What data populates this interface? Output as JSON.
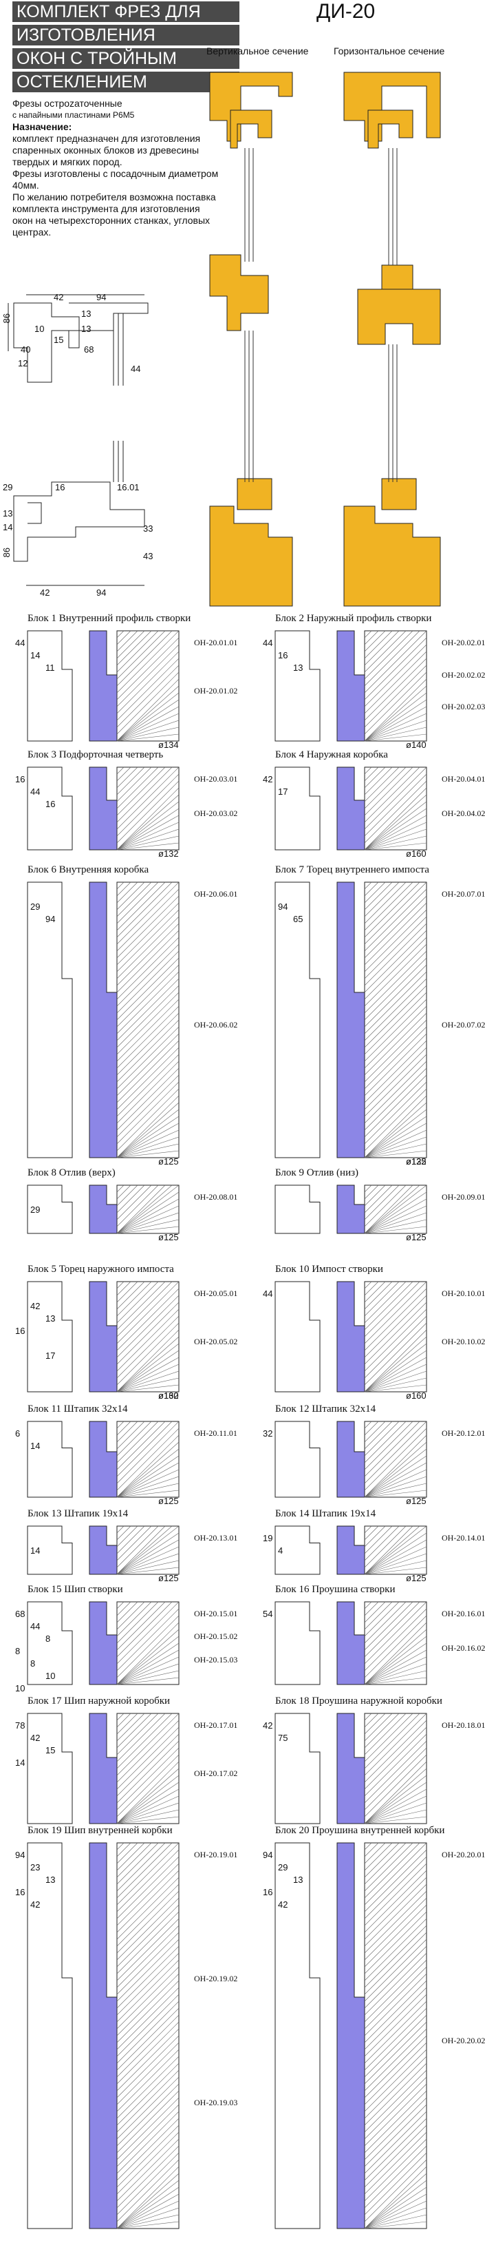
{
  "header": {
    "title_lines": [
      "КОМПЛЕКТ ФРЕЗ ДЛЯ",
      "ИЗГОТОВЛЕНИЯ",
      "ОКОН С ТРОЙНЫМ",
      "ОСТЕКЛЕНИЕМ"
    ],
    "code": "ДИ-20",
    "section_vertical": "Вертикальное сечение",
    "section_horizontal": "Горизонтальное сечение"
  },
  "intro": {
    "cutter_type": "Фрезы остроzаточенные",
    "cutter_type2": "с напайными пластинами Р6М5",
    "purpose_heading": "Назначение:",
    "purpose": "комплект предназначен для изготовления спаренных оконных блоков из древесины твердых и мягких пород.",
    "bore": " Фрезы изготовлены с посадочным диаметром 40мм.",
    "extra": "  По желанию потребителя возможна поставка комплекта инструмента для изготовления окон на четырехсторонних станках, угловых центрах."
  },
  "section_dims": {
    "top": [
      "42",
      "94",
      "13",
      "10",
      "13",
      "15",
      "40",
      "12",
      "44",
      "68",
      "86"
    ],
    "bottom": [
      "29",
      "16",
      "16.01",
      "13",
      "14",
      "33",
      "43",
      "86",
      "42",
      "94"
    ]
  },
  "blocks": [
    {
      "title": "Блок 1 Внутренний профиль створки",
      "codes": [
        "OH-20.01.01",
        "OH-20.01.02"
      ],
      "dims": [
        "44",
        "14",
        "11",
        "ø134"
      ]
    },
    {
      "title": "Блок 2 Наружный профиль створки",
      "codes": [
        "OH-20.02.01",
        "OH-20.02.02",
        "OH-20.02.03"
      ],
      "dims": [
        "44",
        "16",
        "13",
        "ø140"
      ]
    },
    {
      "title": "Блок 3 Подфорточная четверть",
      "codes": [
        "OH-20.03.01",
        "OH-20.03.02"
      ],
      "dims": [
        "16",
        "44",
        "16",
        "ø132"
      ]
    },
    {
      "title": "Блок 4 Наружная коробка",
      "codes": [
        "OH-20.04.01",
        "OH-20.04.02"
      ],
      "dims": [
        "42",
        "17",
        "ø160"
      ]
    },
    {
      "title": "Блок 6 Внутренняя коробка",
      "codes": [
        "OH-20.06.01",
        "OH-20.06.02"
      ],
      "dims": [
        "ø125",
        "29",
        "94"
      ]
    },
    {
      "title": "Блок 7 Торец внутреннего импоста",
      "codes": [
        "OH-20.07.01",
        "OH-20.07.02"
      ],
      "dims": [
        "ø125",
        "94",
        "65",
        "ø132"
      ]
    },
    {
      "title": "Блок 8 Отлив (верх)",
      "codes": [
        "OH-20.08.01"
      ],
      "dims": [
        "ø125",
        "29"
      ]
    },
    {
      "title": "Блок 9 Отлив (низ)",
      "codes": [
        "OH-20.09.01"
      ],
      "dims": [
        "ø125"
      ]
    },
    {
      "title": "Блок 5 Торец наружного импоста",
      "codes": [
        "OH-20.05.01",
        "OH-20.05.02"
      ],
      "dims": [
        "ø160",
        "42",
        "13",
        "16",
        "ø132",
        "17"
      ]
    },
    {
      "title": "Блок 10 Импост створки",
      "codes": [
        "OH-20.10.01",
        "OH-20.10.02"
      ],
      "dims": [
        "44",
        "ø160"
      ]
    },
    {
      "title": "Блок 11 Штапик 32x14",
      "codes": [
        "OH-20.11.01"
      ],
      "dims": [
        "6",
        "14",
        "ø125"
      ]
    },
    {
      "title": "Блок 12 Штапик 32x14",
      "codes": [
        "OH-20.12.01"
      ],
      "dims": [
        "32",
        "ø125"
      ]
    },
    {
      "title": "Блок 13 Штапик 19x14",
      "codes": [
        "OH-20.13.01"
      ],
      "dims": [
        "ø125",
        "14"
      ]
    },
    {
      "title": "Блок 14 Штапик 19x14",
      "codes": [
        "OH-20.14.01"
      ],
      "dims": [
        "19",
        "4",
        "ø125"
      ]
    },
    {
      "title": "Блок 15 Шип створки",
      "codes": [
        "OH-20.15.01",
        "OH-20.15.02",
        "OH-20.15.03"
      ],
      "dims": [
        "68",
        "44",
        "8",
        "8",
        "8",
        "10",
        "10"
      ]
    },
    {
      "title": "Блок 16 Проушина створки",
      "codes": [
        "OH-20.16.01",
        "OH-20.16.02"
      ],
      "dims": [
        "54"
      ]
    },
    {
      "title": "Блок 17 Шип наружной коробки",
      "codes": [
        "OH-20.17.01",
        "OH-20.17.02"
      ],
      "dims": [
        "78",
        "42",
        "15",
        "14"
      ]
    },
    {
      "title": "Блок 18 Проушина наружной коробки",
      "codes": [
        "OH-20.18.01"
      ],
      "dims": [
        "42",
        "75"
      ]
    },
    {
      "title": "Блок 19 Шип внутренней корбки",
      "codes": [
        "OH-20.19.01",
        "OH-20.19.02",
        "OH-20.19.03"
      ],
      "dims": [
        "94",
        "23",
        "13",
        "16",
        "42"
      ]
    },
    {
      "title": "Блок 20 Проушина внутренней корбки",
      "codes": [
        "OH-20.20.01",
        "OH-20.20.02"
      ],
      "dims": [
        "94",
        "29",
        "13",
        "16",
        "42"
      ]
    }
  ],
  "colors": {
    "wood": "#f0b323",
    "cutter": "#8c86e6",
    "title_bg": "#4a4a4a"
  }
}
